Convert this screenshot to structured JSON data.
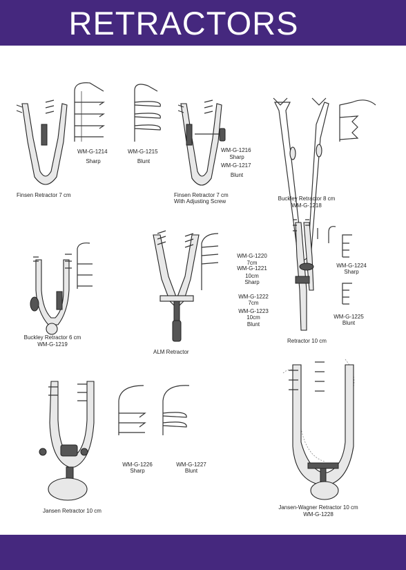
{
  "header": {
    "title": "RETRACTORS"
  },
  "labels": {
    "finsen_7": "Finsen Retractor  7 cm",
    "wm1214": "WM-G-1214",
    "sharp_1214": "Sharp",
    "wm1215": "WM-G-1215",
    "blunt_1215": "Blunt",
    "wm1216": "WM-G-1216",
    "sharp_1216": "Sharp",
    "wm1217": "WM-G-1217",
    "blunt_1217": "Blunt",
    "finsen_screw_1": "Finsen Retractor  7 cm",
    "finsen_screw_2": "With Adjusting Screw",
    "buckley8_1": "Buckley Retractor  8 cm",
    "buckley8_2": "WM-G-1218",
    "buckley6_1": "Buckley Retractor 6 cm",
    "buckley6_2": "WM-G-1219",
    "alm": "ALM Retractor",
    "wm1220": "WM-G-1220",
    "size_1220": "7cm",
    "wm1221": "WM-G-1221",
    "size_1221": "10cm",
    "sharp_1221": "Sharp",
    "wm1222": "WM-G-1222",
    "size_1222": "7cm",
    "wm1223": "WM-G-1223",
    "size_1223": "10cm",
    "blunt_1223": "Blunt",
    "wm1224": "WM-G-1224",
    "sharp_1224": "Sharp",
    "wm1225": "WM-G-1225",
    "blunt_1225": "Blunt",
    "retractor10": "Retractor  10 cm",
    "jansen10": "Jansen Retractor  10 cm",
    "wm1226": "WM-G-1226",
    "sharp_1226": "Sharp",
    "wm1227": "WM-G-1227",
    "blunt_1227": "Blunt",
    "jw_1": "Jansen-Wagner Retractor  10 cm",
    "jw_2": "WM-G-1228"
  },
  "colors": {
    "band": "#45287e",
    "title": "#ffffff"
  }
}
